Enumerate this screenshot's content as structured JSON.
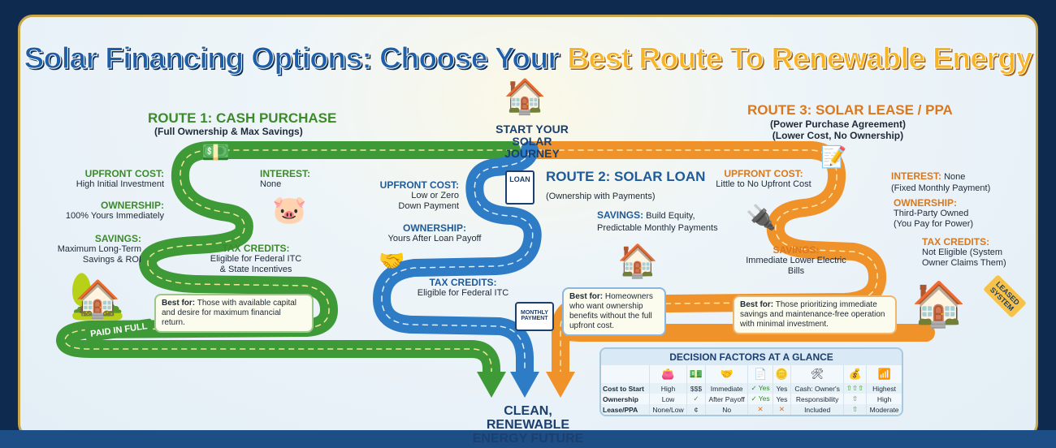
{
  "title": {
    "part1": "Solar Financing Options: Choose Your ",
    "part2": "Best Route To Renewable Energy"
  },
  "colors": {
    "route1": "#3e9a36",
    "route2": "#2f7cc6",
    "route3": "#f0922a",
    "title": "#1f5fa8",
    "highlight": "#f6b428"
  },
  "start": {
    "line1": "START YOUR",
    "line2": "SOLAR JOURNEY",
    "icon": "house-sun-icon"
  },
  "finish": {
    "line1": "CLEAN, RENEWABLE",
    "line2": "ENERGY FUTURE"
  },
  "route1": {
    "title": "ROUTE 1: CASH PURCHASE",
    "subtitle": "(Full Ownership & Max Savings)",
    "upfront_label": "UPFRONT COST:",
    "upfront_value": "High Initial Investment",
    "interest_label": "INTEREST:",
    "interest_value": "None",
    "ownership_label": "OWNERSHIP:",
    "ownership_value": "100% Yours Immediately",
    "savings_label": "SAVINGS:",
    "savings_value1": "Maximum Long-Term",
    "savings_value2": "Savings & ROI",
    "tax_label": "TAX CREDITS:",
    "tax_value1": "Eligible for Federal ITC",
    "tax_value2": "& State Incentives",
    "best_label": "Best for:",
    "best_text": " Those with available capital and desire for maximum financial return.",
    "badge": "PAID IN FULL"
  },
  "route2": {
    "title": "ROUTE 2: SOLAR LOAN",
    "subtitle": "(Ownership with Payments)",
    "doc_label": "LOAN",
    "upfront_label": "UPFRONT COST:",
    "upfront_value1": "Low or Zero",
    "upfront_value2": "Down Payment",
    "ownership_label": "OWNERSHIP:",
    "ownership_value": "Yours After Loan Payoff",
    "savings_label": "SAVINGS:",
    "savings_value": " Build Equity, Predictable Monthly Payments",
    "tax_label": "TAX CREDITS:",
    "tax_value": "Eligible for Federal ITC",
    "calendar_label": "MONTHLY PAYMENT",
    "best_label": "Best for:",
    "best_text": " Homeowners who want ownership benefits without the full upfront cost."
  },
  "route3": {
    "title": "ROUTE 3: SOLAR LEASE / PPA",
    "subtitle1": "(Power Purchase Agreement)",
    "subtitle2": "(Lower Cost, No Ownership)",
    "upfront_label": "UPFRONT COST:",
    "upfront_value": "Little to No Upfront Cost",
    "interest_label": "INTEREST:",
    "interest_value": " None",
    "interest_value2": "(Fixed Monthly Payment)",
    "ownership_label": "OWNERSHIP:",
    "ownership_value1": "Third-Party Owned",
    "ownership_value2": "(You Pay for Power)",
    "savings_label": "SAVINGS:",
    "savings_value": "Immediate Lower Electric Bills",
    "tax_label": "TAX CREDITS:",
    "tax_value1": "Not Eligible (System",
    "tax_value2": "Owner Claims Them)",
    "best_label": "Best for:",
    "best_text": " Those prioritizing immediate savings and maintenance-free operation with minimal investment.",
    "badge": "LEASED SYSTEM"
  },
  "table": {
    "title": "DECISION FACTORS AT A GLANCE",
    "icons": [
      "",
      "wallet-icon",
      "cash-icon",
      "handshake-icon",
      "document-check-icon",
      "coin-hand-icon",
      "tools-icon",
      "coins-icon",
      "growth-chart-icon"
    ],
    "icon_glyphs": [
      "",
      "👛",
      "💵",
      "🤝",
      "📄",
      "🪙",
      "🛠",
      "💰",
      "📶"
    ],
    "rows": [
      [
        "Cost to Start",
        "High",
        "$$$",
        "Immediate",
        "✓ Yes",
        "Yes",
        "Cash: Owner's",
        "⇧⇧⇧",
        "Highest"
      ],
      [
        "Ownership",
        "Low",
        "✓",
        "After Payoff",
        "✓ Yes",
        "Yes",
        "Responsibility",
        "⇧",
        "High"
      ],
      [
        "Lease/PPA",
        "None/Low",
        "¢",
        "No",
        "✕",
        "✕",
        "Included",
        "⇧",
        "Moderate"
      ]
    ]
  }
}
